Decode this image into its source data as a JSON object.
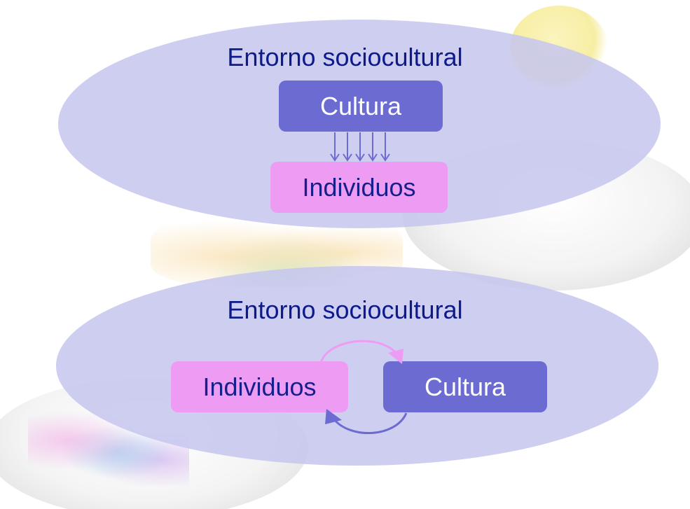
{
  "top_diagram": {
    "title": "Entorno sociocultural",
    "upper_box": "Cultura",
    "lower_box": "Individuos"
  },
  "bottom_diagram": {
    "title": "Entorno sociocultural",
    "left_box": "Individuos",
    "right_box": "Cultura"
  },
  "colors": {
    "ellipse": "#c5c6ee",
    "cultura_box": "#6b6bd1",
    "individuos_box": "#ee9cf3",
    "title_text": "#0d1a8c",
    "arrow_down": "#6b6bd1",
    "arrow_top_loop": "#ee9cf3",
    "arrow_bottom_loop": "#6b6bd1"
  },
  "icons": [
    "down-arrows-icon",
    "cycle-arrow-top-icon",
    "cycle-arrow-bottom-icon"
  ]
}
